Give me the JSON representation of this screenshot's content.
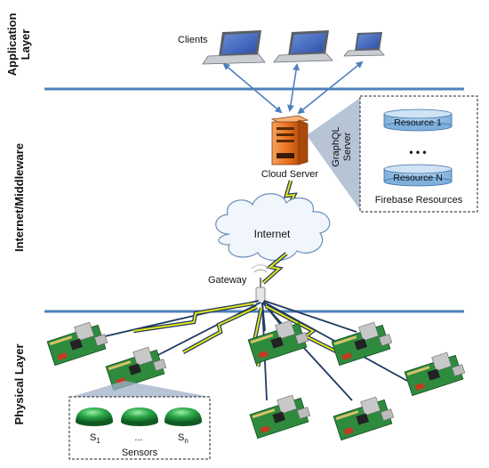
{
  "layers": {
    "application": "Application Layer",
    "application_line1": "Application",
    "application_line2": "Layer",
    "internet": "Internet/Middleware",
    "physical": "Physical Layer"
  },
  "labels": {
    "clients": "Clients",
    "cloud_server": "Cloud Server",
    "graphql_server": "GraphQL Server",
    "graphql_line1": "GraphQL",
    "graphql_line2": "Server",
    "internet": "Internet",
    "gateway": "Gateway",
    "firebase_resources": "Firebase Resources",
    "resource_1": "Resource 1",
    "resource_ellipsis": "• • •",
    "resource_n": "Resource N",
    "sensors": "Sensors",
    "sensor_first": "S",
    "sensor_first_sub": "1",
    "sensor_ellipsis": "...",
    "sensor_last": "S",
    "sensor_last_sub": "n"
  },
  "colors": {
    "layer_line": "#4f81bd",
    "link_arrow": "#4f81bd",
    "wired_link": "#1f3a5f",
    "wireless_bolt": "#e5e619",
    "resource_fill": "#9dc3e6",
    "server_orange": "#e8701e",
    "sensor_green": "#2daa4a",
    "board_green": "#2e8b3e"
  }
}
